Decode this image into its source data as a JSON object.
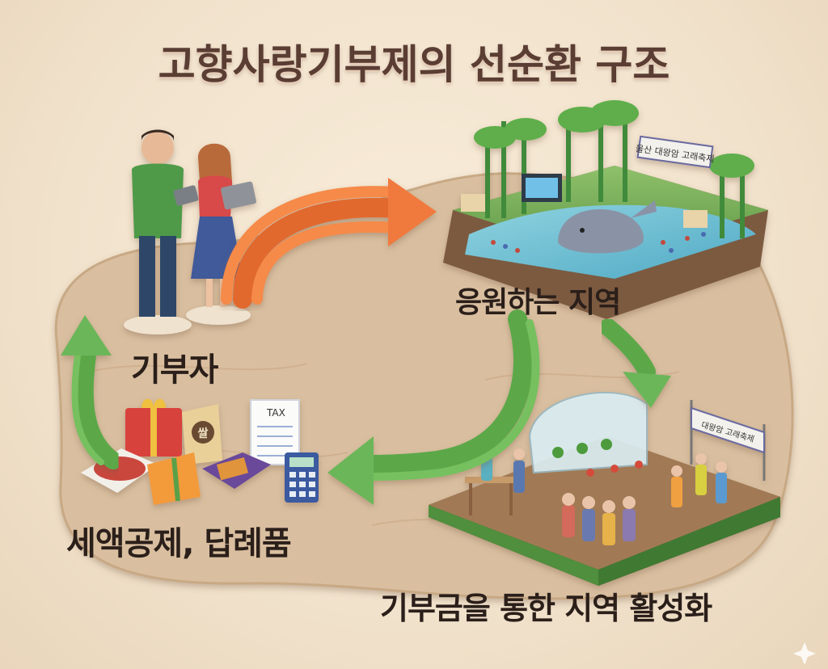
{
  "title": "고향사랑기부제의 선순환 구조",
  "nodes": {
    "donor": {
      "label": "기부자"
    },
    "supported_region": {
      "label": "응원하는 지역"
    },
    "tax_benefit": {
      "label": "세액공제, 답례품"
    },
    "revitalization": {
      "label": "기부금을 통한 지역 활성화"
    }
  },
  "gift_labels": {
    "rice": "쌀",
    "tax_form": "TAX"
  },
  "festival_banner": "울산 대왕암 고래축제",
  "booth_banner": "대왕암 고래축제",
  "edges": [
    {
      "from": "donor",
      "to": "supported_region",
      "color": "#f07a3c"
    },
    {
      "from": "supported_region",
      "to": "revitalization",
      "color": "#6cb65a"
    },
    {
      "from": "supported_region",
      "to": "tax_benefit",
      "color": "#6cb65a"
    },
    {
      "from": "tax_benefit",
      "to": "donor",
      "color": "#6cb65a"
    }
  ],
  "colors": {
    "orange_arrow": "#f07a3c",
    "green_arrow": "#6cb65a",
    "title": "#5a3d33",
    "sand": "#d9bfa0"
  }
}
